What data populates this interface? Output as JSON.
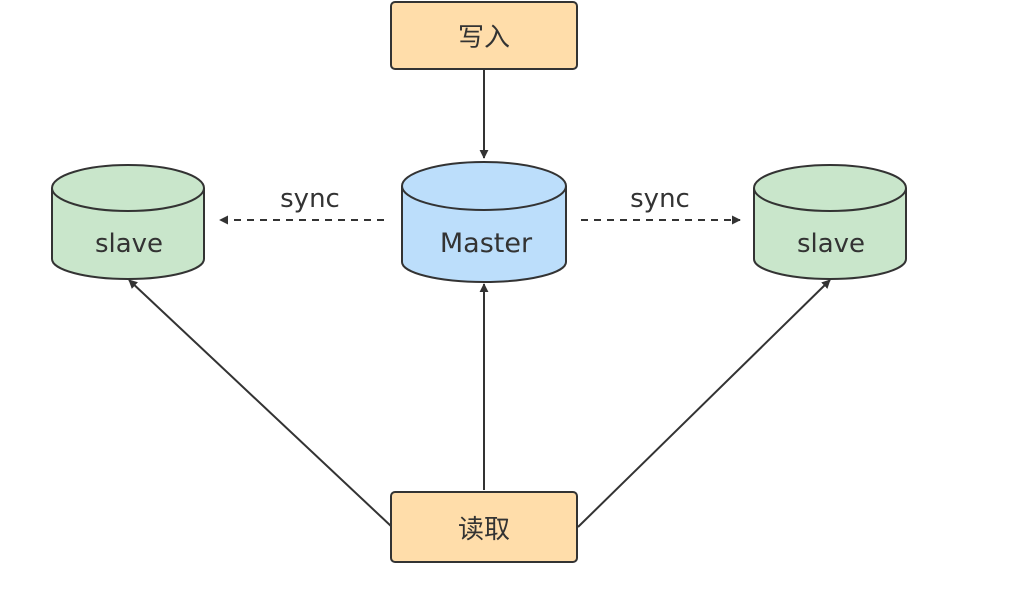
{
  "diagram": {
    "nodes": {
      "write": {
        "label": "写入",
        "shape": "rectangle"
      },
      "master": {
        "label": "Master",
        "shape": "cylinder"
      },
      "slave_left": {
        "label": "slave",
        "shape": "cylinder"
      },
      "slave_right": {
        "label": "slave",
        "shape": "cylinder"
      },
      "read": {
        "label": "读取",
        "shape": "rectangle"
      }
    },
    "edges": {
      "sync_left": {
        "label": "sync",
        "style": "dashed",
        "from": "Master",
        "to": "slave"
      },
      "sync_right": {
        "label": "sync",
        "style": "dashed",
        "from": "Master",
        "to": "slave"
      },
      "write_to_master": {
        "style": "solid",
        "from": "写入",
        "to": "Master"
      },
      "read_to_master": {
        "style": "solid",
        "from": "读取",
        "to": "Master"
      },
      "read_to_slave_left": {
        "style": "solid",
        "from": "读取",
        "to": "slave"
      },
      "read_to_slave_right": {
        "style": "solid",
        "from": "读取",
        "to": "slave"
      }
    },
    "colors": {
      "box_fill": "#FFDDAA",
      "box_stroke": "#333333",
      "master_fill": "#BCDEFB",
      "slave_fill": "#C9E6CB",
      "stroke": "#333333",
      "text": "#333333"
    }
  }
}
